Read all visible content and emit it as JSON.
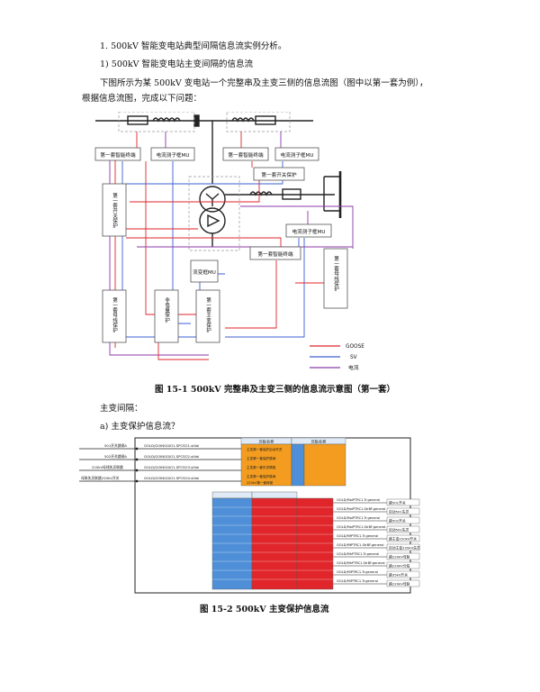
{
  "text": {
    "line1": "1.    500kV 智能变电站典型间隔信息流实例分析。",
    "line2": "1)    500kV 智能变电站主变间隔的信息流",
    "line3": "下图所示为某  500kV  变电站一个完整串及主变三侧的信息流图（图中以第一套为例），",
    "line4": "根据信息流图，完成以下问题：",
    "caption1": "图 15-1 500kV 完整串及主变三侧的信息流示意图（第一套）",
    "line5": "主变间隔：",
    "line6": "a)    主变保护信息流？",
    "caption2": "图 15-2 500kV 主变保护信息流"
  },
  "figure1": {
    "boxes": {
      "t1": "第一套智能终端",
      "m1": "电流测子框MU",
      "t2": "第一套智能终端",
      "m2": "电流测子框MU",
      "cp": "第一套开关保护",
      "m3": "电流测子框MU",
      "t3": "第一套智能终端",
      "vmu": "流变框MU",
      "p1v": "第一套开关保护",
      "p2v": "第一套母线保护",
      "p3v": "非电量保护",
      "p4v": "第一套主变保护",
      "p5v": "第一套母线保护"
    },
    "legend": {
      "goose": "GOOSE",
      "sv": "SV",
      "cur": "电流"
    },
    "colors": {
      "goose": "#e0262b",
      "sv": "#3b5fd0",
      "cur": "#8b3aa8"
    }
  },
  "figure2": {
    "header_left": "压板名称",
    "header_right": "压板名称",
    "inputs": [
      "501开关跳闸A",
      "502开关跳闸A",
      "220kV母线失灵联跳",
      "母联失灵联跳220kV开关"
    ],
    "in_labels": [
      "GOLD/GOINGGIO1.SPCSO1.stVal",
      "GOLD/GOINGGIO1.SPCSO2.stVal",
      "GOLD/GOINGGIO1.SPCSO3.stVal",
      "GOLD/GOINGGIO1.SPCSO4.stVal"
    ],
    "top_cells": [
      "主变第一套保护启动失灵",
      "主变第一套保护跳闸",
      "主变第一套失灵联跳",
      "主变第一套保护跳闸",
      "220kV第一套母差"
    ],
    "out_labels": [
      "GOLD/MolPTRC1.Tr.general",
      "GOLD/MolPTRC1.StrBF.general",
      "GOLD/MolPTRC1.Tr.general",
      "GOLD/MolPTRC1.StrBF.general",
      "GOLD/MfPTRC1.Tr.general",
      "GOLD/MfPTRC1.StrBF.general",
      "GOLD/MhPTRC1.Tr.general",
      "GOLD/MhPTRC1.StrBF.general",
      "GOLD/MlPTRC1.Tr.general",
      "GOLD/MlPTRC1.Tr.general"
    ],
    "outputs": [
      "跳501开关",
      "启动501失灵",
      "跳502开关",
      "启动502失灵",
      "跳主变220kV开关",
      "启动主变220kV失灵",
      "跳220kV母联",
      "跳220kV分段",
      "跳35kV开关",
      "跳220kV母联"
    ]
  }
}
